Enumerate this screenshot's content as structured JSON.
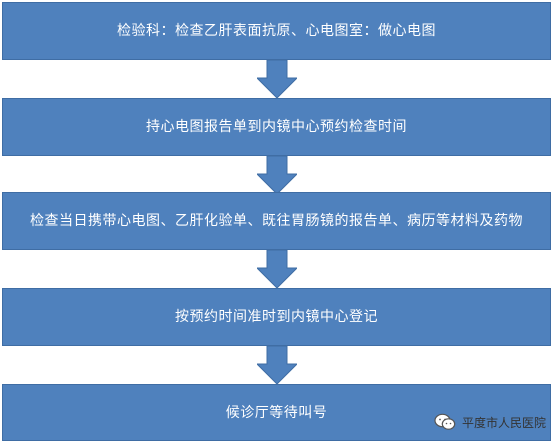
{
  "flow": {
    "steps": [
      {
        "label": "检验科：检查乙肝表面抗原、心电图室：做心电图"
      },
      {
        "label": "持心电图报告单到内镜中心预约检查时间"
      },
      {
        "label": "检查当日携带心电图、乙肝化验单、既往胃肠镜的报告单、病历等材料及药物"
      },
      {
        "label": "按预约时间准时到内镜中心登记"
      },
      {
        "label": "候诊厅等待叫号"
      }
    ]
  },
  "watermark": {
    "text": "平度市人民医院",
    "icon": "wechat-icon"
  },
  "colors": {
    "box_fill": "#4f81bd",
    "box_border": "#3f6da4",
    "box_text": "#ffffff"
  }
}
